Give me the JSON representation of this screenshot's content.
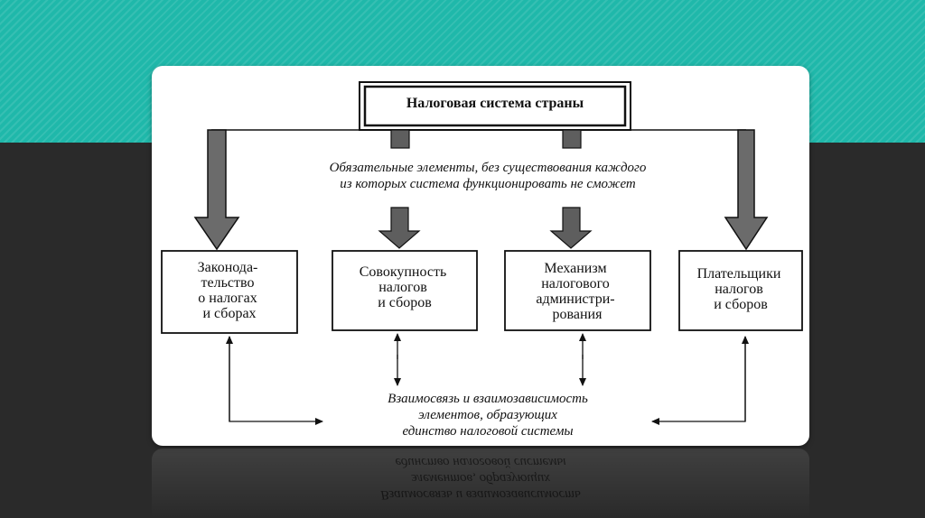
{
  "diagram": {
    "title": "Налоговая система страны",
    "mandatory_note": [
      "Обязательные элементы, без существования каждого",
      "из которых система функционировать не сможет"
    ],
    "elements": [
      {
        "lines": [
          "Законода-",
          "тельство",
          "о налогах",
          "и сборах"
        ]
      },
      {
        "lines": [
          "Совокупность",
          "налогов",
          "и сборов"
        ]
      },
      {
        "lines": [
          "Механизм",
          "налогового",
          "администри-",
          "рования"
        ]
      },
      {
        "lines": [
          "Плательщики",
          "налогов",
          "и сборов"
        ]
      }
    ],
    "interrelation_note": [
      "Взаимосвязь и взаимозависимость",
      "элементов, образующих",
      "единство налоговой системы"
    ]
  },
  "colors": {
    "teal": "#1fb8aa",
    "dark": "#2a2a2a",
    "arrow_fill": "#6b6b6b"
  }
}
